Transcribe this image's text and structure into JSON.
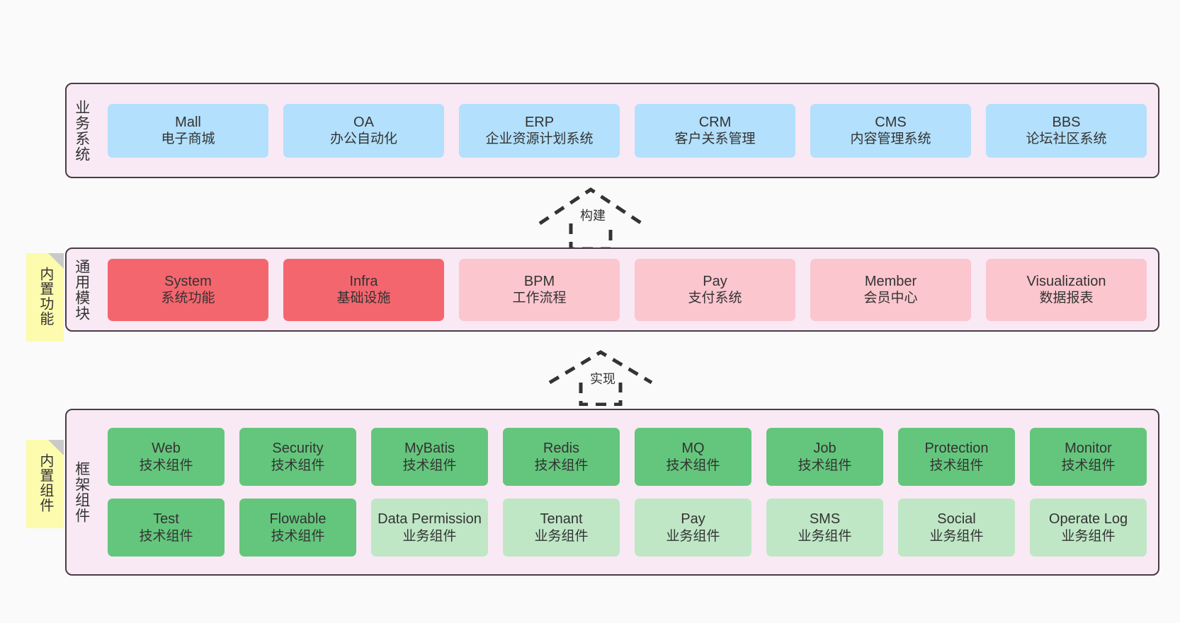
{
  "diagram": {
    "background": "#fafafa",
    "palette": {
      "layer_fill": "#f8e9f4",
      "layer_border": "#4a3b45",
      "blue": "#b3e0fc",
      "red": "#f4666e",
      "pink": "#fcc6ce",
      "green": "#64c67c",
      "light_green": "#bfe7c6",
      "note": "#fdfbad",
      "note_fold": "#c9c9c9"
    }
  },
  "layers": {
    "business": {
      "title": "业务系统",
      "cards": [
        {
          "name": "Mall",
          "desc": "电子商城"
        },
        {
          "name": "OA",
          "desc": "办公自动化"
        },
        {
          "name": "ERP",
          "desc": "企业资源计划系统"
        },
        {
          "name": "CRM",
          "desc": "客户关系管理"
        },
        {
          "name": "CMS",
          "desc": "内容管理系统"
        },
        {
          "name": "BBS",
          "desc": "论坛社区系统"
        }
      ]
    },
    "common": {
      "title": "通用模块",
      "note": "内置功能",
      "cards": [
        {
          "name": "System",
          "desc": "系统功能",
          "color": "red"
        },
        {
          "name": "Infra",
          "desc": "基础设施",
          "color": "red"
        },
        {
          "name": "BPM",
          "desc": "工作流程",
          "color": "pink"
        },
        {
          "name": "Pay",
          "desc": "支付系统",
          "color": "pink"
        },
        {
          "name": "Member",
          "desc": "会员中心",
          "color": "pink"
        },
        {
          "name": "Visualization",
          "desc": "数据报表",
          "color": "pink"
        }
      ]
    },
    "framework": {
      "title": "框架组件",
      "note": "内置组件",
      "row1": [
        {
          "name": "Web",
          "desc": "技术组件",
          "color": "green"
        },
        {
          "name": "Security",
          "desc": "技术组件",
          "color": "green"
        },
        {
          "name": "MyBatis",
          "desc": "技术组件",
          "color": "green"
        },
        {
          "name": "Redis",
          "desc": "技术组件",
          "color": "green"
        },
        {
          "name": "MQ",
          "desc": "技术组件",
          "color": "green"
        },
        {
          "name": "Job",
          "desc": "技术组件",
          "color": "green"
        },
        {
          "name": "Protection",
          "desc": "技术组件",
          "color": "green"
        },
        {
          "name": "Monitor",
          "desc": "技术组件",
          "color": "green"
        }
      ],
      "row2": [
        {
          "name": "Test",
          "desc": "技术组件",
          "color": "green"
        },
        {
          "name": "Flowable",
          "desc": "技术组件",
          "color": "green"
        },
        {
          "name": "Data Permission",
          "desc": "业务组件",
          "color": "light_green"
        },
        {
          "name": "Tenant",
          "desc": "业务组件",
          "color": "light_green"
        },
        {
          "name": "Pay",
          "desc": "业务组件",
          "color": "light_green"
        },
        {
          "name": "SMS",
          "desc": "业务组件",
          "color": "light_green"
        },
        {
          "name": "Social",
          "desc": "业务组件",
          "color": "light_green"
        },
        {
          "name": "Operate Log",
          "desc": "业务组件",
          "color": "light_green"
        }
      ]
    }
  },
  "connectors": [
    {
      "label": "构建",
      "from": "common",
      "to": "business"
    },
    {
      "label": "实现",
      "from": "framework",
      "to": "common"
    }
  ]
}
